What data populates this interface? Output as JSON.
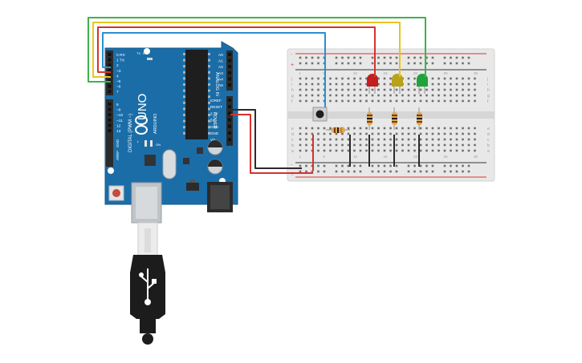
{
  "board": {
    "brand": "ARDUINO",
    "model": "UNO",
    "digital_header": "DIGITAL (PWM ~)",
    "analog_header": "ANALOG IN",
    "power_header": "POWER",
    "tx_label": "TX",
    "rx_label": "RX",
    "l_label": "L",
    "on_label": "ON",
    "aref_label": "AREF",
    "gnd_label": "GND",
    "digital_pins": [
      "0 RX",
      "1 TX",
      "2",
      "~3",
      "4",
      "~5",
      "~6",
      "7",
      "8",
      "~9",
      "~10",
      "~11",
      "12",
      "13"
    ],
    "analog_pins": [
      "A0",
      "A1",
      "A2",
      "A3",
      "A4",
      "A5"
    ],
    "power_pins": [
      "IOREF",
      "RESET",
      "3.3V",
      "5V",
      "GND",
      "GND",
      "Vin"
    ]
  },
  "breadboard": {
    "rows_top": [
      "j",
      "i",
      "h",
      "g",
      "f"
    ],
    "rows_bottom": [
      "e",
      "d",
      "c",
      "b",
      "a"
    ],
    "column_marks": [
      "1",
      "5",
      "10",
      "15",
      "20",
      "25",
      "30"
    ],
    "rail_plus": "+",
    "rail_minus": "-"
  },
  "components": {
    "leds": [
      {
        "name": "red-led",
        "color": "#c21f1f"
      },
      {
        "name": "yellow-led",
        "color": "#b8a21a"
      },
      {
        "name": "green-led",
        "color": "#1fa33a"
      }
    ],
    "resistor_count": 4,
    "button": "push-button"
  },
  "wires": {
    "colors": {
      "red": "#d6332c",
      "yellow": "#e8c51e",
      "green": "#3db34a",
      "blue": "#2a8fd0",
      "black": "#2b2b2b",
      "power": "#d6332c"
    }
  }
}
